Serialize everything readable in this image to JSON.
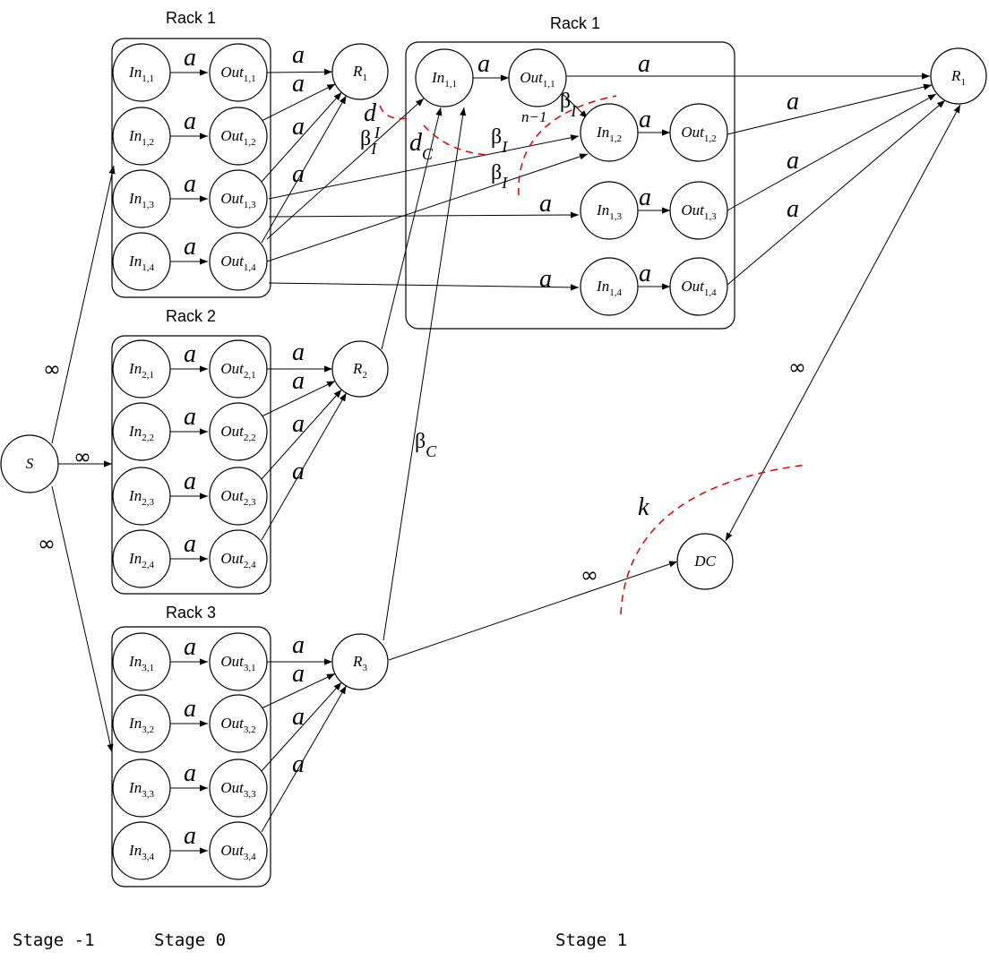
{
  "rack_titles": {
    "stage0_rack1": "Rack 1",
    "stage0_rack2": "Rack 2",
    "stage0_rack3": "Rack 3",
    "stage1_rack1": "Rack 1"
  },
  "node_labels": {
    "source": "S",
    "datacenter": "DC",
    "router": "R",
    "in": "In",
    "out": "Out"
  },
  "edge_labels": {
    "a": "a",
    "infinity": "∞",
    "beta": "β",
    "d": "d",
    "I": "I",
    "C": "C",
    "n_minus_1": "n−1",
    "k": "k"
  },
  "stages": [
    "Stage -1",
    "Stage 0",
    "Stage 1"
  ],
  "colors": {
    "cut_line": "#e00000",
    "stroke": "#000000"
  }
}
